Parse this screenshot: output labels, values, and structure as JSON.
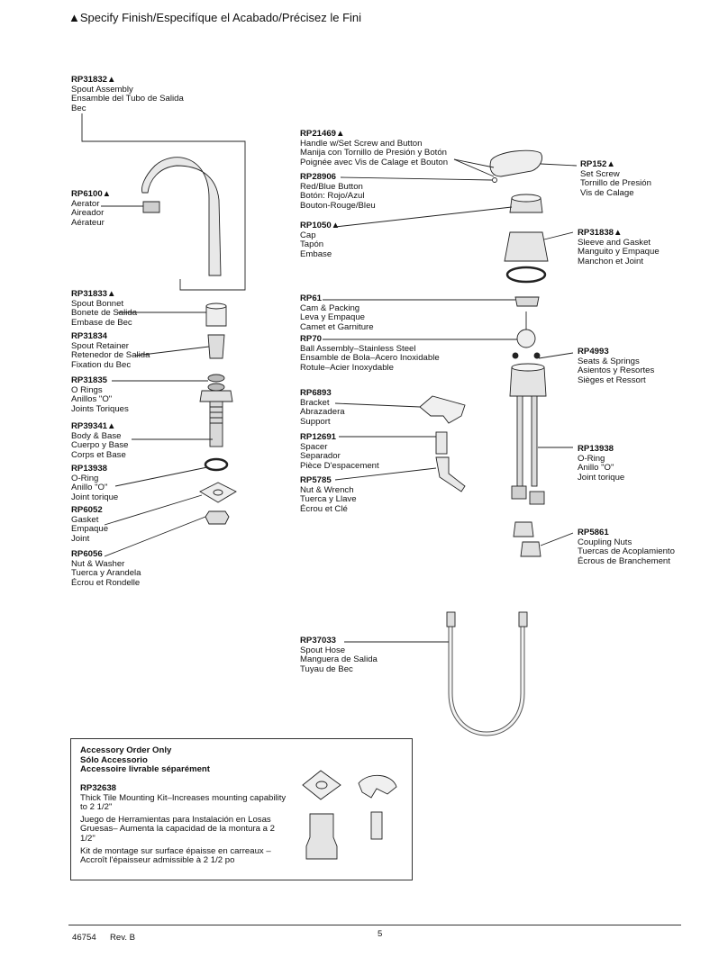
{
  "header": {
    "text": "Specify Finish/Especifíque el Acabado/Précisez le Fini"
  },
  "left_parts": [
    {
      "code": "RP31832",
      "lines": [
        "Spout Assembly",
        "Ensamble del Tubo de Salida",
        "Bec"
      ]
    },
    {
      "code": "RP6100",
      "lines": [
        "Aerator",
        "Aireador",
        "Aérateur"
      ]
    },
    {
      "code": "RP31833",
      "lines": [
        "Spout Bonnet",
        "Bonete de Salida",
        "Embase de Bec"
      ]
    },
    {
      "code": "RP31834",
      "lines": [
        "Spout Retainer",
        "Retenedor de Salida",
        "Fixation du Bec"
      ]
    },
    {
      "code": "RP31835",
      "lines": [
        "O Rings",
        "Anillos \"O\"",
        "Joints Toriques"
      ]
    },
    {
      "code": "RP39341",
      "lines": [
        "Body & Base",
        "Cuerpo y Base",
        "Corps et Base"
      ]
    },
    {
      "code": "RP13938",
      "lines": [
        "O-Ring",
        "Anillo \"O\"",
        "Joint torique"
      ]
    },
    {
      "code": "RP6052",
      "lines": [
        "Gasket",
        "Empaque",
        "Joint"
      ]
    },
    {
      "code": "RP6056",
      "lines": [
        "Nut & Washer",
        "Tuerca y Arandela",
        "Écrou et Rondelle"
      ]
    }
  ],
  "center_parts": [
    {
      "code": "RP21469",
      "lines": [
        "Handle w/Set Screw and Button",
        "Manija con Tornillo de Presión y Botón",
        "Poignée avec Vis de Calage et Bouton"
      ]
    },
    {
      "code": "RP28906",
      "lines": [
        "Red/Blue Button",
        "Botón: Rojo/Azul",
        "Bouton-Rouge/Bleu"
      ]
    },
    {
      "code": "RP1050",
      "lines": [
        "Cap",
        "Tapón",
        "Embase"
      ]
    },
    {
      "code": "RP61",
      "lines": [
        "Cam & Packing",
        "Leva y Empaque",
        "Camet et Garniture"
      ]
    },
    {
      "code": "RP70",
      "lines": [
        "Ball Assembly–Stainless Steel",
        "Ensamble de Bola–Acero Inoxidable",
        "Rotule–Acier Inoxydable"
      ]
    },
    {
      "code": "RP6893",
      "lines": [
        "Bracket",
        "Abrazadera",
        "Support"
      ]
    },
    {
      "code": "RP12691",
      "lines": [
        "Spacer",
        "Separador",
        "Pièce D'espacement"
      ]
    },
    {
      "code": "RP5785",
      "lines": [
        "Nut & Wrench",
        "Tuerca y Llave",
        "Écrou et Clé"
      ]
    },
    {
      "code": "RP37033",
      "lines": [
        "Spout Hose",
        "Manguera de Salida",
        "Tuyau de Bec"
      ]
    }
  ],
  "right_parts": [
    {
      "code": "RP152",
      "lines": [
        "Set Screw",
        "Tornillo de Presión",
        "Vis de Calage"
      ]
    },
    {
      "code": "RP31838",
      "lines": [
        "Sleeve and Gasket",
        "Manguito y Empaque",
        "Manchon et Joint"
      ]
    },
    {
      "code": "RP4993",
      "lines": [
        "Seats & Springs",
        "Asientos y Resortes",
        "Sièges et Ressort"
      ]
    },
    {
      "code": "RP13938",
      "lines": [
        "O-Ring",
        "Anillo \"O\"",
        "Joint torique"
      ]
    },
    {
      "code": "RP5861",
      "lines": [
        "Coupling Nuts",
        "Tuercas de Acoplamiento",
        "Écrous de Branchement"
      ]
    }
  ],
  "accessory": {
    "title_lines": [
      "Accessory Order Only",
      "Sólo Accessorio",
      "Accessoire livrable séparément"
    ],
    "code": "RP32638",
    "desc_en": "Thick Tile Mounting Kit–Increases mounting capability to 2 1/2\"",
    "desc_es": "Juego de Herramientas para Instalación en Losas Gruesas– Aumenta la capacidad de la montura a 2 1/2\"",
    "desc_fr": "Kit de montage sur surface épaisse en carreaux – Accroît l'épaisseur admissible à 2 1/2 po"
  },
  "footer": {
    "doc": "46754",
    "rev": "Rev. B",
    "page": "5"
  }
}
